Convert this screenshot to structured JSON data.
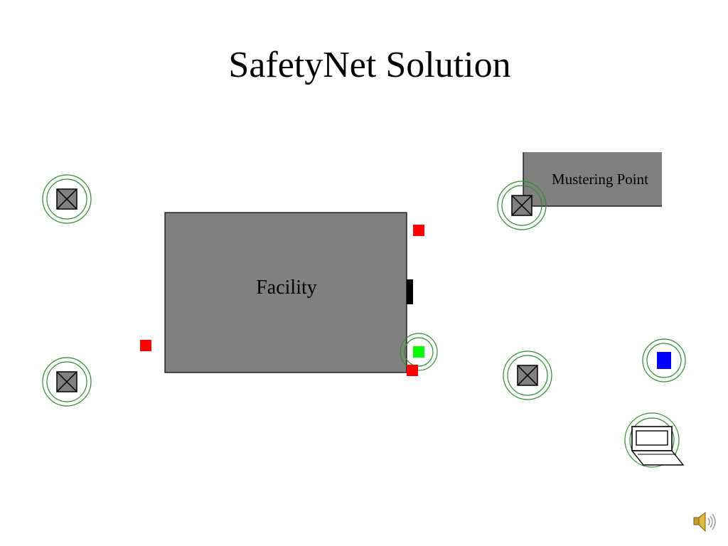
{
  "title": "SafetyNet Solution",
  "facility": {
    "label": "Facility",
    "fill": "#808080"
  },
  "mustering_point": {
    "label": "Mustering Point",
    "fill": "#808080"
  },
  "colors": {
    "ring": "#2e8b2e",
    "red_marker": "#ff0000",
    "green_marker": "#00ff00",
    "blue_marker": "#0000ff",
    "door": "#000000",
    "node_box": "#808080"
  },
  "icons": {
    "node": "x-box-icon",
    "laptop": "laptop-icon",
    "sound": "speaker-icon"
  }
}
